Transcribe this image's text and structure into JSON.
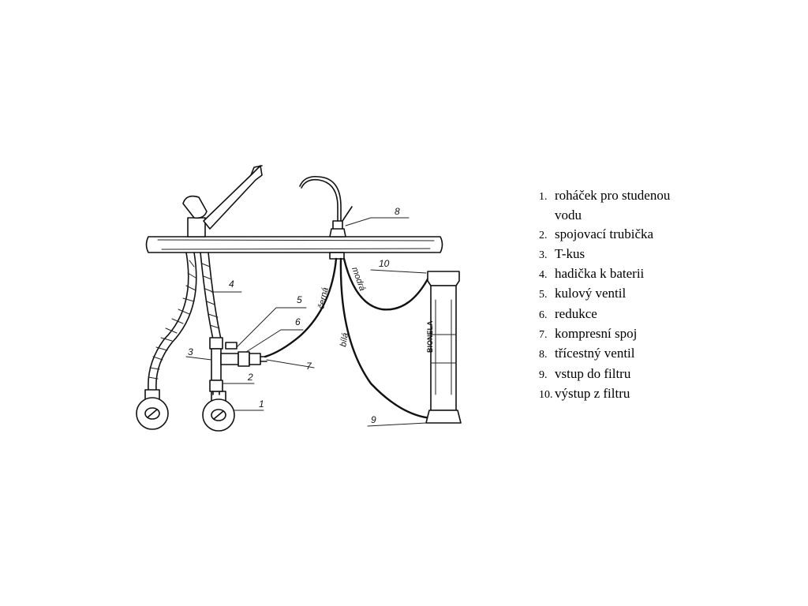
{
  "legend": [
    {
      "num": "1.",
      "text": "roháček pro studenou"
    },
    {
      "num": "",
      "text": "vodu"
    },
    {
      "num": "2.",
      "text": "spojovací trubička"
    },
    {
      "num": "3.",
      "text": "T-kus"
    },
    {
      "num": "4.",
      "text": "hadička k baterii"
    },
    {
      "num": "5.",
      "text": "kulový ventil"
    },
    {
      "num": "6.",
      "text": "redukce"
    },
    {
      "num": "7.",
      "text": "kompresní spoj"
    },
    {
      "num": "8.",
      "text": "třícestný ventil"
    },
    {
      "num": "9.",
      "text": "vstup do filtru"
    },
    {
      "num": "10.",
      "text": "výstup z filtru"
    }
  ],
  "callouts": {
    "c1": "1",
    "c2": "2",
    "c3": "3",
    "c4": "4",
    "c5": "5",
    "c6": "6",
    "c7": "7",
    "c8": "8",
    "c9": "9",
    "c10": "10"
  },
  "tube_labels": {
    "black": "černá",
    "blue": "modrá",
    "white": "bílá"
  },
  "filter_brand": "BIONELA"
}
